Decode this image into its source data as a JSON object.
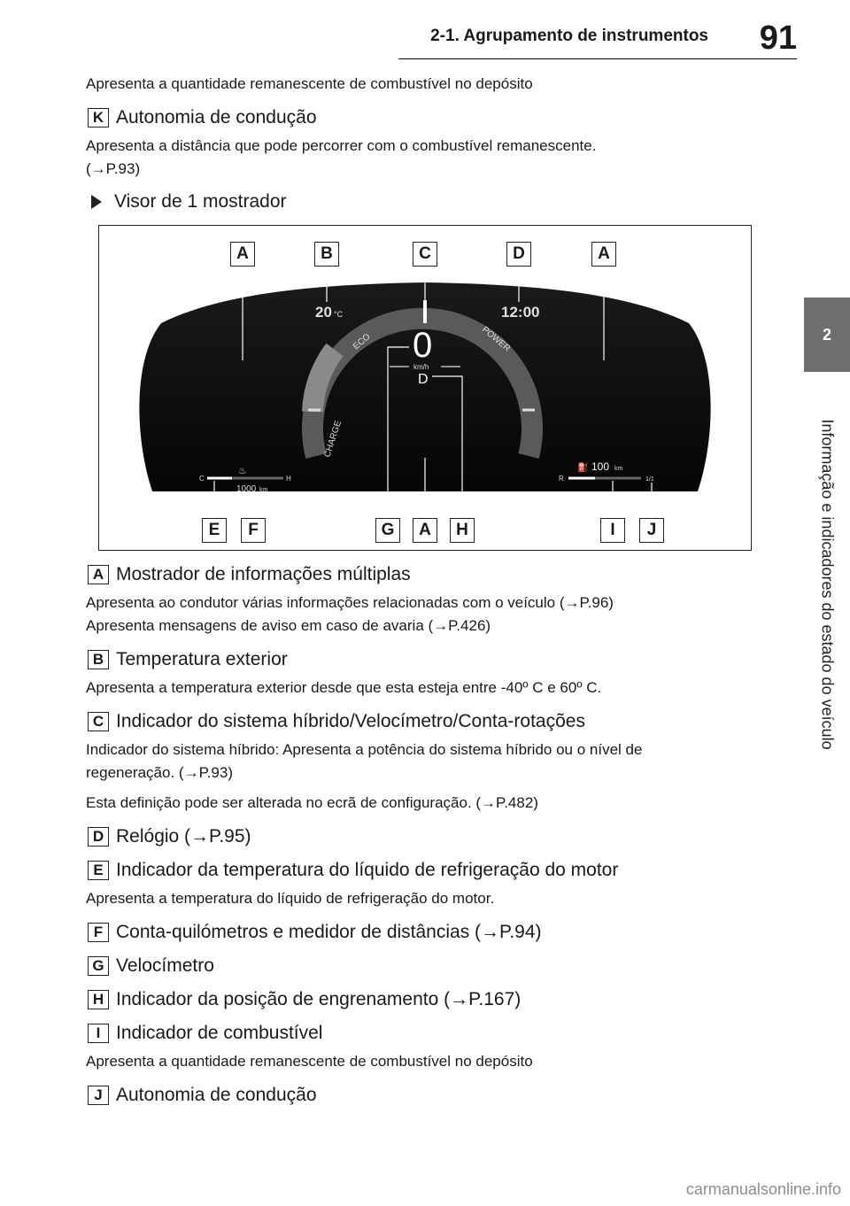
{
  "header": {
    "title": "2-1. Agrupamento de instrumentos",
    "page_number": "91"
  },
  "side": {
    "tab_number": "2",
    "chapter_title": "Informação e indicadores do estado do veículo"
  },
  "intro": "Apresenta a quantidade remanescente de combustível no depósito",
  "section_k": {
    "letter": "K",
    "title": "Autonomia de condução",
    "desc_line1": " Apresenta a distância que pode percorrer com o combustível remanescente.",
    "desc_line2": "(→P.93)"
  },
  "bullet": "Visor de 1 mostrador",
  "figure": {
    "callouts_top": [
      "A",
      "B",
      "C",
      "D",
      "A"
    ],
    "callouts_bottom": [
      "E",
      "F",
      "G",
      "A",
      "H",
      "I",
      "J"
    ],
    "display": {
      "temperature": "20",
      "temp_unit": "°C",
      "clock": "12:00",
      "speed": "0",
      "speed_unit": "km/h",
      "gear": "D",
      "arc_eco": "ECO",
      "arc_power": "POWER",
      "arc_charge": "CHARGE",
      "coolant_c": "C",
      "coolant_h": "H",
      "odometer": "1000",
      "odo_unit": "km",
      "range": "100",
      "range_unit": "km",
      "fuel_r": "R",
      "fuel_full": "1/1"
    }
  },
  "items": [
    {
      "letter": "A",
      "title": "Mostrador de informações múltiplas",
      "desc": [
        "Apresenta ao condutor várias informações relacionadas com o veículo (→P.96)",
        "Apresenta mensagens de aviso em caso de avaria (→P.426)"
      ]
    },
    {
      "letter": "B",
      "title": "Temperatura exterior",
      "desc": [
        "Apresenta a temperatura exterior desde que esta esteja entre -40º C e 60º C."
      ]
    },
    {
      "letter": "C",
      "title": "Indicador do sistema híbrido/Velocímetro/Conta-rotações",
      "desc": [
        "Indicador do sistema híbrido: Apresenta a potência do sistema híbrido ou o nível de",
        "regeneração. (→P.93)",
        "Esta definição pode ser alterada no ecrã de configuração. (→P.482)"
      ]
    },
    {
      "letter": "D",
      "title": "Relógio (→P.95)",
      "desc": []
    },
    {
      "letter": "E",
      "title": "Indicador da temperatura do líquido de refrigeração do motor",
      "desc": [
        "Apresenta a temperatura do líquido de refrigeração do motor."
      ]
    },
    {
      "letter": "F",
      "title": "Conta-quilómetros e medidor de distâncias (→P.94)",
      "desc": []
    },
    {
      "letter": "G",
      "title": "Velocímetro",
      "desc": []
    },
    {
      "letter": "H",
      "title": "Indicador da posição de engrenamento (→P.167)",
      "desc": []
    },
    {
      "letter": "I",
      "title": "Indicador de combustível",
      "desc": [
        "Apresenta a quantidade remanescente de combustível no depósito"
      ]
    },
    {
      "letter": "J",
      "title": "Autonomia de condução",
      "desc": []
    }
  ],
  "watermark": "carmanualsonline.info"
}
